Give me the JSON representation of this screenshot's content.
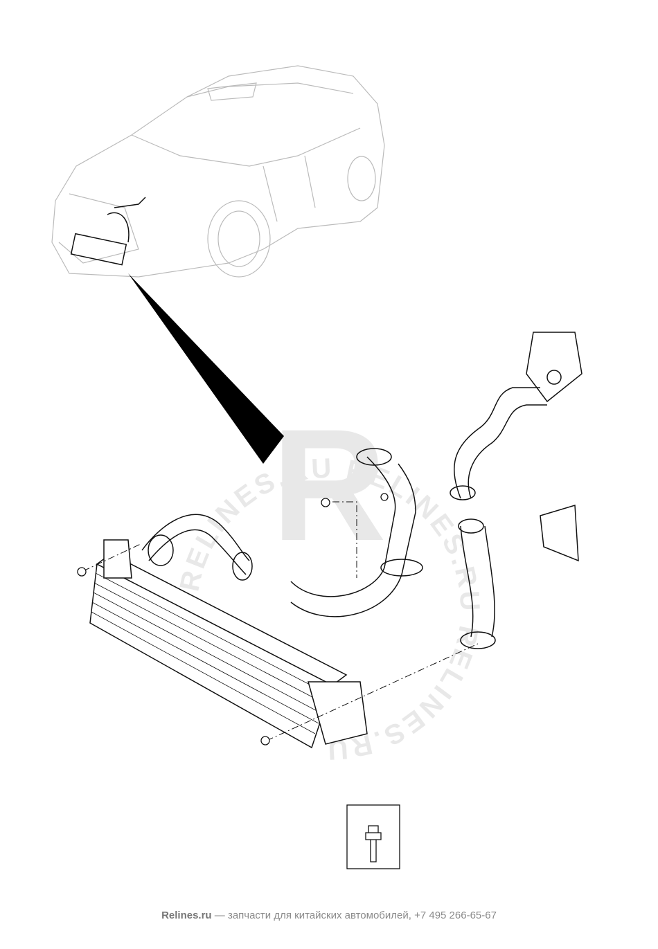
{
  "watermark": {
    "ring_text": "RELINES.RU RELINES.RU RELINES.RU",
    "letter": "R"
  },
  "footer": {
    "brand": "Relines.ru",
    "separator": " — ",
    "text": "запчасти для китайских автомобилей, +7 495 266-65-67",
    "brand_accent_color": "#e53935"
  }
}
